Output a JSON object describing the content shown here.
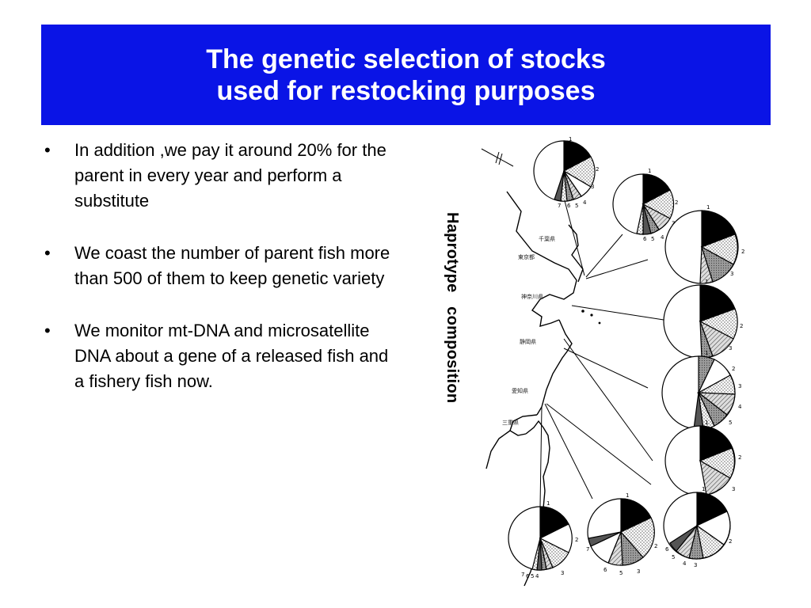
{
  "colors": {
    "title_bg": "#0a14e6",
    "title_text": "#ffffff",
    "body_text": "#000000"
  },
  "slide": {
    "title_line1": "The genetic selection of stocks",
    "title_line2": "used for restocking purposes"
  },
  "bullets": [
    {
      "mark": "•",
      "text": "In addition ,we pay it  around 20% for the parent in every year and perform a substitute"
    },
    {
      "mark": "•",
      "text": "We coast the number of parent fish more than 500 of  them to keep genetic variety"
    },
    {
      "mark": "•",
      "text": "We monitor mt-DNA and microsatellite DNA about a gene of a released fish and  a fishery fish now."
    }
  ],
  "figure": {
    "vertical_label": "Haprotype   composition",
    "prefecture_labels": [
      "千葉県",
      "東京都",
      "神奈川県",
      "静岡県",
      "愛知県",
      "三重県"
    ],
    "pie_labels": {
      "p1": [
        "1",
        "2",
        "3",
        "4",
        "5",
        "6",
        "7"
      ],
      "p2": [
        "1",
        "2",
        "3",
        "4",
        "5",
        "6"
      ],
      "p3": [
        "1",
        "2",
        "3",
        "7 5"
      ],
      "p4": [
        "1",
        "2",
        "3",
        "7 4"
      ],
      "p5": [
        "1",
        "2",
        "3",
        "4",
        "5",
        "6",
        "7"
      ],
      "p6": [
        "1",
        "2",
        "3",
        "4"
      ],
      "p7": [
        "1",
        "2",
        "3",
        "4",
        "5",
        "6",
        "7"
      ],
      "p8": [
        "1",
        "2",
        "3",
        "5",
        "6",
        "7"
      ],
      "p9": [
        "1",
        "2",
        "3",
        "4",
        "5",
        "6"
      ]
    }
  }
}
